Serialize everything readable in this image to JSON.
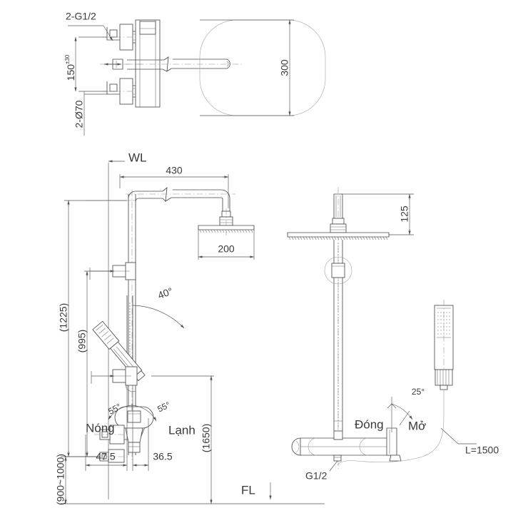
{
  "drawing": {
    "title": "Shower column technical drawing",
    "type": "engineering-dimension-drawing",
    "units": "mm",
    "line_color": "#4a4a4a",
    "dim_color": "#555555",
    "background": "#ffffff"
  },
  "views": {
    "top": {
      "name": "top-view",
      "labels": {
        "thread": "2-G1/2",
        "spacing": "150",
        "spacing_tolerance": "±30",
        "holes": "2-Ø70",
        "plate_height": "300"
      }
    },
    "front": {
      "name": "front-elevation-view",
      "labels": {
        "wall_line": "WL",
        "floor_line": "FL",
        "arm_reach": "430",
        "head_width": "200",
        "overall_height": "(1225)",
        "bar_height": "(995)",
        "mixer_to_head": "(1650)",
        "mixer_floor_height": "(900~1000)",
        "offset_left": "47.5",
        "offset_right": "36.5",
        "handset_angle": "40°",
        "handle_angle_left": "55°",
        "handle_angle_right": "55°",
        "hot_label": "Nóng",
        "cold_label": "Lạnh"
      }
    },
    "side": {
      "name": "side-elevation-view",
      "labels": {
        "head_thickness": "125",
        "valve_angle": "25°",
        "closed_label": "Đóng",
        "open_label": "Mở",
        "inlet_thread": "G1/2",
        "hose_length": "L=1500"
      }
    }
  },
  "dimension_values": {
    "thread_size": "2-G1/2",
    "mounting_centers": "150",
    "tolerance": "±30",
    "cover_plate_dia": "2-Ø70",
    "plate_height_mm": "300",
    "arm_reach_mm": "430",
    "shower_head_width_mm": "200",
    "shower_head_offset_mm": "125",
    "total_height_mm": "(1225)",
    "slide_bar_height_mm": "(995)",
    "head_above_floor_mm": "(1650)",
    "mixer_above_floor_mm": "(900~1000)",
    "left_offset_mm": "47.5",
    "right_offset_mm": "36.5",
    "hose_length_mm": "L=1500",
    "handset_swivel_deg": "40°",
    "lever_rotation_left_deg": "55°",
    "lever_rotation_right_deg": "55°",
    "diverter_rotation_deg": "25°"
  }
}
